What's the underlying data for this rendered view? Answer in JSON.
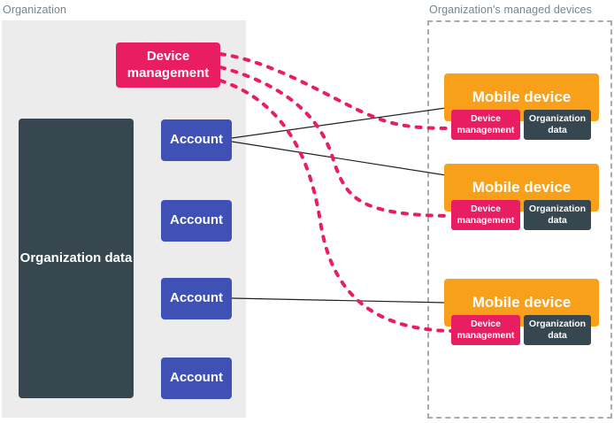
{
  "colors": {
    "pink": "#E91D62",
    "blue": "#3F51B5",
    "orange": "#F9A01B",
    "slate": "#37474F",
    "panel_gray": "#ECECEC",
    "label_gray": "#78858F",
    "solid_line": "#212121",
    "dashed_border_gray": "#ABABAB"
  },
  "org_panel": {
    "label": "Organization",
    "device_management_label": "Device management",
    "organization_data_label": "Organization data",
    "accounts": [
      "Account",
      "Account",
      "Account",
      "Account"
    ]
  },
  "devices_panel": {
    "label": "Organization's managed devices",
    "devices": [
      {
        "title": "Mobile device",
        "device_management_label": "Device management",
        "organization_data_label": "Organization data"
      },
      {
        "title": "Mobile device",
        "device_management_label": "Device management",
        "organization_data_label": "Organization data"
      },
      {
        "title": "Mobile device",
        "device_management_label": "Device management",
        "organization_data_label": "Organization data"
      }
    ]
  }
}
